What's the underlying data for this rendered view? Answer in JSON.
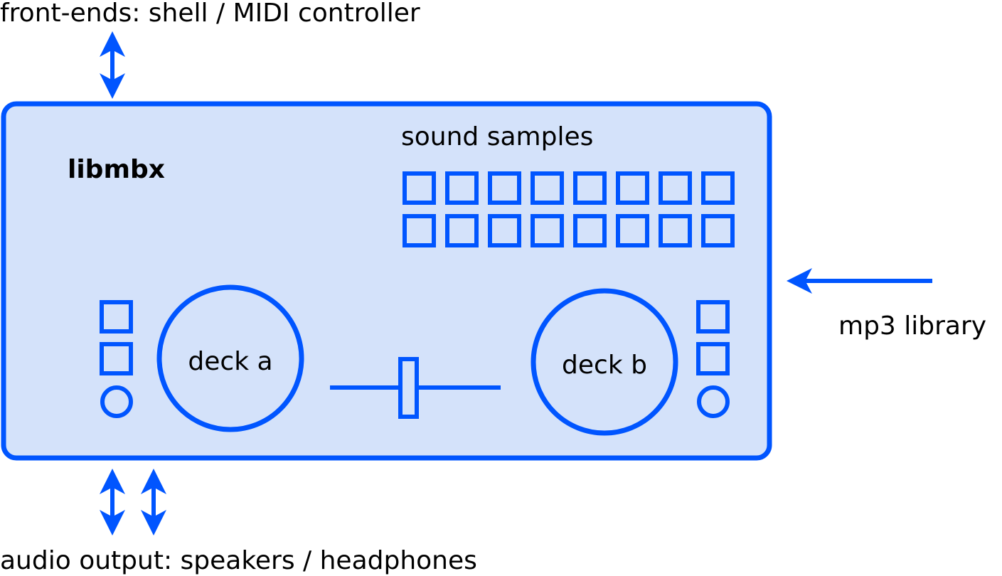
{
  "labels": {
    "front_ends": "front-ends: shell / MIDI controller",
    "audio_output": "audio output: speakers / headphones",
    "mp3_library": "mp3 library",
    "library_name": "libmbx",
    "sound_samples": "sound samples",
    "deck_a": "deck a",
    "deck_b": "deck b"
  },
  "sound_samples": {
    "rows": 2,
    "columns": 8
  },
  "colors": {
    "stroke": "#0055ff",
    "panel_fill": "#d4e2fa",
    "text": "#000000",
    "background": "#ffffff"
  }
}
